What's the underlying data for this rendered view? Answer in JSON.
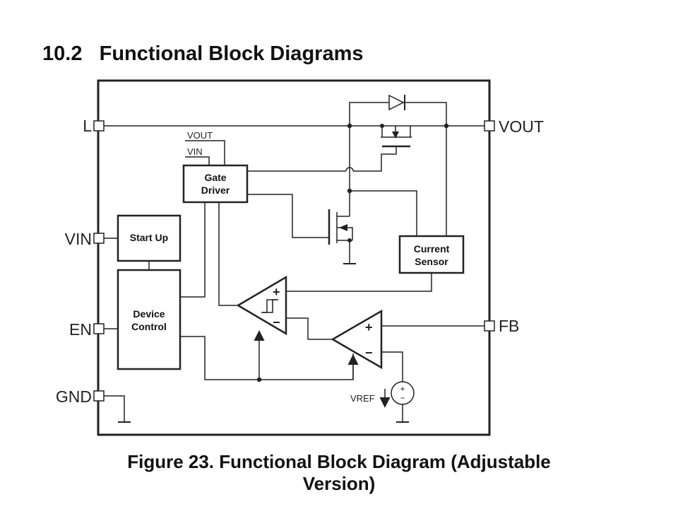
{
  "heading": {
    "number": "10.2",
    "title": "Functional Block Diagrams"
  },
  "caption": {
    "line1": "Figure 23. Functional Block Diagram (Adjustable",
    "line2": "Version)"
  },
  "pins": {
    "l": "L",
    "vout": "VOUT",
    "vin": "VIN",
    "en": "EN",
    "gnd": "GND",
    "fb": "FB"
  },
  "blocks": {
    "gate_driver": {
      "line1": "Gate",
      "line2": "Driver"
    },
    "start_up": "Start Up",
    "device_control": {
      "line1": "Device",
      "line2": "Control"
    },
    "current_sensor": {
      "line1": "Current",
      "line2": "Sensor"
    }
  },
  "signals": {
    "vout": "VOUT",
    "vin": "VIN",
    "vref": "VREF"
  },
  "symbols": {
    "plus": "+",
    "minus": "−",
    "source_plus": "+",
    "source_minus": "−"
  },
  "icons": {
    "diode": "diode-icon",
    "mosfet": "mosfet-icon",
    "ground": "ground-icon",
    "source": "voltage-source-icon"
  }
}
